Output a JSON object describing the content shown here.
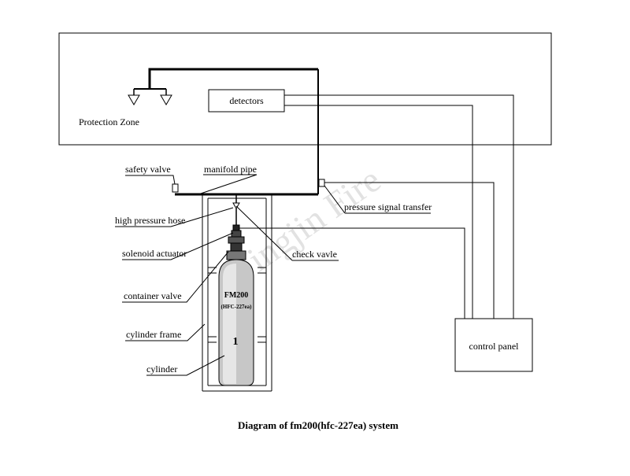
{
  "diagram": {
    "title": "Diagram of fm200(hfc-227ea) system",
    "watermark": "Yingjin Fire",
    "zone_label": "Protection Zone",
    "detectors_label": "detectors",
    "control_panel_label": "control panel",
    "cylinder_text": {
      "name": "FM200",
      "agent": "(HFC-227ea)",
      "number": "1"
    },
    "labels": {
      "safety_valve": "safety valve",
      "manifold_pipe": "manifold pipe",
      "pressure_signal_transfer": "pressure signal transfer",
      "high_pressure_hose": "high pressure hose",
      "solenoid_actuator": "solenoid actuator",
      "check_valve": "check vavle",
      "container_valve": "container valve",
      "cylinder_frame": "cylinder frame",
      "cylinder": "cylinder"
    }
  },
  "colors": {
    "line": "#000000",
    "watermark": "#d9d9d9",
    "background": "#ffffff"
  }
}
